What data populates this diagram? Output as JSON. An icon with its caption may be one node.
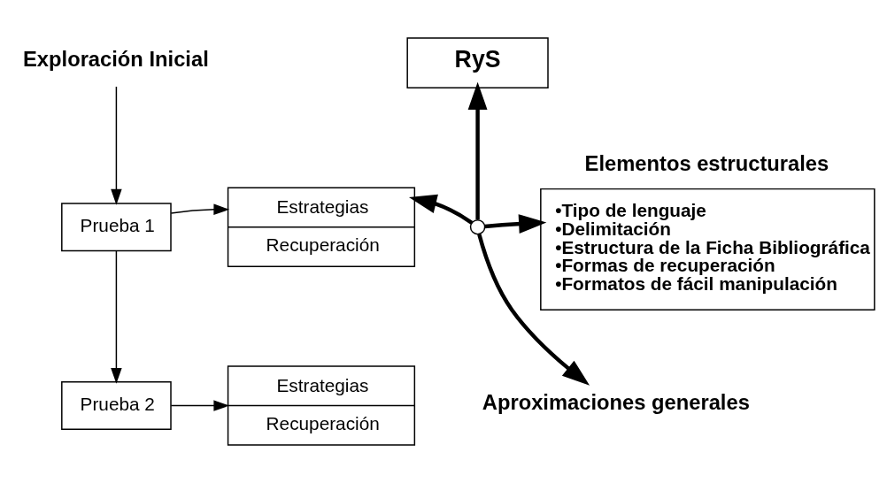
{
  "diagram": {
    "nodes": [
      {
        "text": [
          "Exploración Inicial"
        ]
      },
      {
        "text": [
          "Prueba 1"
        ]
      },
      {
        "text": [
          "Estrategias",
          "Recuperación"
        ]
      },
      {
        "text": [
          "Prueba 2"
        ]
      },
      {
        "text": [
          "Estrategias",
          "Recuperación"
        ]
      },
      {
        "text": [
          "RyS"
        ]
      },
      {
        "text": [],
        "shape": "cross"
      },
      {
        "text": [
          "Elementos estructurales",
          "•Tipo de lenguaje",
          "•Delimitación",
          "•Estructura de la Ficha Bibliográfica",
          "•Formas de recuperación",
          "•Formatos de fácil manipulación"
        ]
      },
      {
        "text": [
          "Aproximaciones generales"
        ]
      }
    ],
    "edges": [
      {
        "from": 0,
        "to": 1,
        "arrow": "to"
      },
      {
        "from": 1,
        "to": 2,
        "arrow": "to"
      },
      {
        "from": 1,
        "to": 3,
        "arrow": "to"
      },
      {
        "from": 3,
        "to": 4,
        "arrow": "to"
      },
      {
        "from": 6,
        "to": 5,
        "arrow": "to",
        "style": "thick"
      },
      {
        "from": 6,
        "to": 7,
        "arrow": "to",
        "style": "thick"
      },
      {
        "from": 6,
        "to": 2,
        "arrow": "to",
        "style": "thick"
      },
      {
        "from": 6,
        "to": 8,
        "arrow": "to",
        "style": "thick"
      }
    ]
  }
}
